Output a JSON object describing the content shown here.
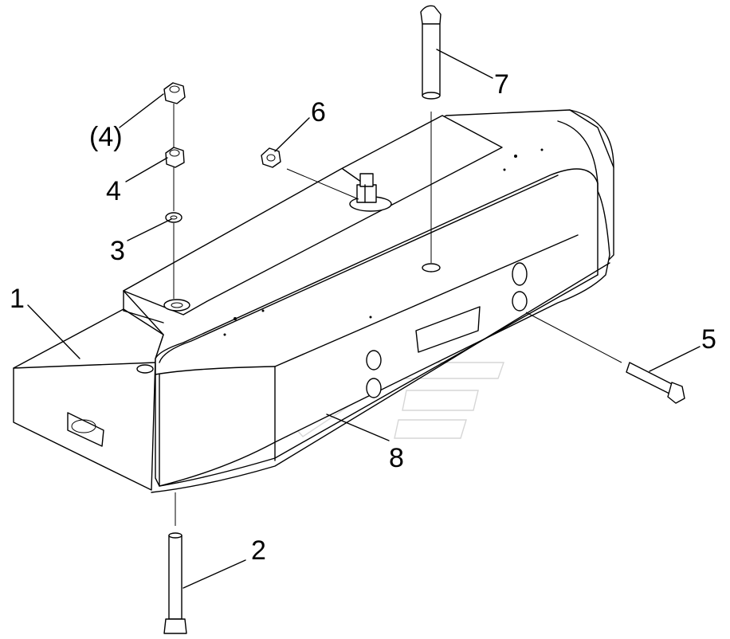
{
  "callouts": {
    "c1": "1",
    "c2": "2",
    "c3": "3",
    "c4": "4",
    "c4_paren": "(4)",
    "c5": "5",
    "c6": "6",
    "c7": "7",
    "c8": "8"
  },
  "parts": {
    "counterweight": "counterweight-icon",
    "bolt_long": "bolt-icon",
    "washer": "washer-icon",
    "nut": "hex-nut-icon",
    "bolt_short": "bolt-icon",
    "lock_nut": "lock-nut-icon",
    "pin": "lift-pin-icon",
    "cover": "cover-plate-icon"
  }
}
